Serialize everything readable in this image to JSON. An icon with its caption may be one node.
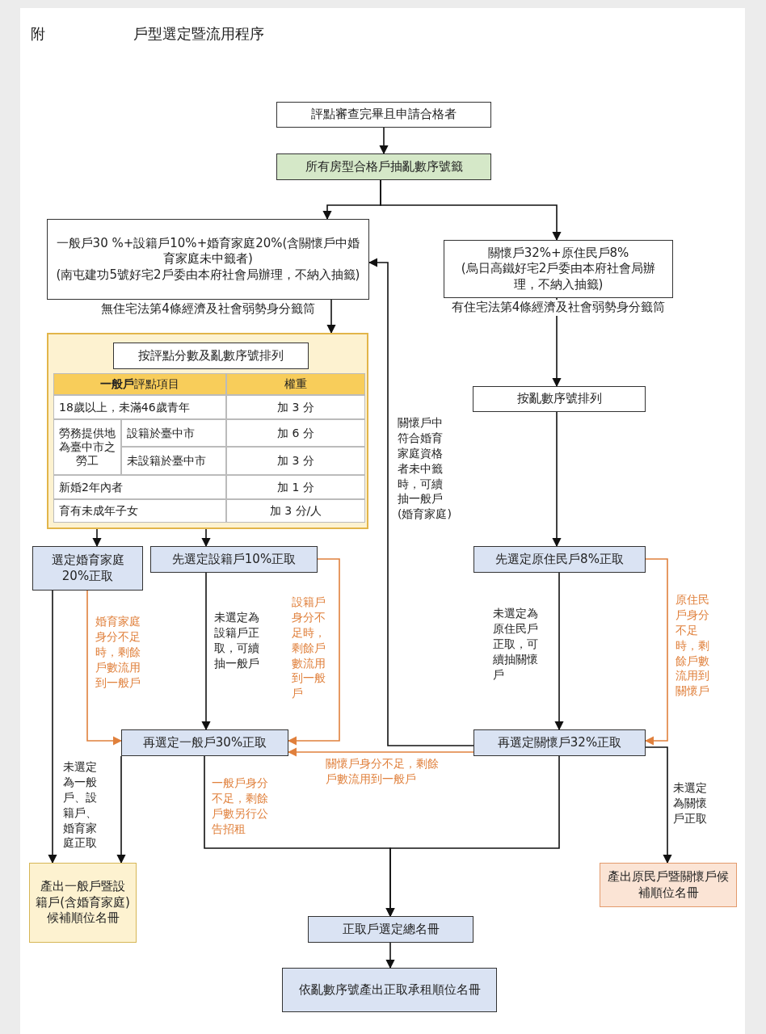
{
  "diagram": {
    "title": "戶型選定暨流用程序",
    "nodes": [
      {
        "text": [
          "評點審查完畢且申請合格者"
        ]
      },
      {
        "text": [
          "所有房型合格戶抽亂數序號籤"
        ]
      },
      {
        "text": [
          "一般戶30 %+設籍戶10%+婚育家庭20%(含關懷戶中婚育家庭未中籤者)",
          "(南屯建功5號好宅2戶委由本府社會局辦理，不納入抽籤)"
        ],
        "beside": [
          "無住宅法第4條經濟及社會弱勢身分籤筒"
        ]
      },
      {
        "text": [
          "關懷戶32%+原住民戶8%",
          "(烏日高鐵好宅2戶委由本府社會局辦理，不納入抽籤)"
        ],
        "beside": [
          "有住宅法第4條經濟及社會弱勢身分籤筒"
        ]
      },
      {
        "text": [],
        "shape": "box"
      },
      {
        "text": [
          "按評點分數及亂數序號排列"
        ],
        "in": 4
      },
      {
        "text": [
          "按亂數序號排列"
        ]
      },
      {
        "text": [
          "選定婚育家庭20%正取"
        ]
      },
      {
        "text": [
          "先選定設籍戶10%正取"
        ]
      },
      {
        "text": [
          "先選定原住民戶8%正取"
        ]
      },
      {
        "text": [
          "再選定一般戶30%正取"
        ]
      },
      {
        "text": [
          "再選定關懷戶32%正取"
        ]
      },
      {
        "text": [
          "產出一般戶暨設籍戶(含婚育家庭)候補順位名冊"
        ]
      },
      {
        "text": [
          "產出原民戶暨關懷戶候補順位名冊"
        ]
      },
      {
        "text": [
          "正取戶選定總名冊"
        ]
      },
      {
        "text": [
          "依亂數序號產出正取承租順位名冊"
        ]
      }
    ],
    "edges": [
      {
        "from": 0,
        "to": 1,
        "arrow": "to"
      },
      {
        "from": 1,
        "to": 2,
        "arrow": "to"
      },
      {
        "from": 1,
        "to": 3,
        "arrow": "to"
      },
      {
        "from": 2,
        "to": 4,
        "arrow": "to"
      },
      {
        "from": 4,
        "to": 7,
        "arrow": "to"
      },
      {
        "from": 4,
        "to": 8,
        "arrow": "to"
      },
      {
        "from": 3,
        "to": 6,
        "arrow": "to"
      },
      {
        "from": 6,
        "to": 9,
        "arrow": "to"
      },
      {
        "from": 7,
        "to": 10,
        "arrow": "to",
        "label": "婚育家庭身分不足時，剩餘戶數流用到一般戶",
        "color": "#e0803c"
      },
      {
        "from": 8,
        "to": 10,
        "arrow": "to",
        "label": "未選定為設籍戶正取，可續抽一般戶"
      },
      {
        "from": 8,
        "to": 10,
        "arrow": "to",
        "label": "設籍戶身分不足時，剩餘戶數流用到一般戶",
        "color": "#e0803c"
      },
      {
        "from": 9,
        "to": 11,
        "arrow": "to",
        "label": "未選定為原住民戶正取，可續抽關懷戶"
      },
      {
        "from": 9,
        "to": 11,
        "arrow": "to",
        "label": "原住民戶身分不足時，剩餘戶數流用到關懷戶",
        "color": "#e0803c"
      },
      {
        "from": 11,
        "to": 2,
        "arrow": "to",
        "label": "關懷戶中符合婚育家庭資格者未中籤時，可續抽一般戶(婚育家庭)"
      },
      {
        "from": 11,
        "to": 10,
        "arrow": "to",
        "label": "關懷戶身分不足，剩餘戶數流用到一般戶",
        "color": "#e0803c"
      },
      {
        "from": 7,
        "to": 12,
        "arrow": "to"
      },
      {
        "from": 10,
        "to": 12,
        "arrow": "to",
        "label": "未選定為一般戶、設籍戶、婚育家庭正取"
      },
      {
        "from": 10,
        "to": 14,
        "arrow": "to"
      },
      {
        "from": 11,
        "to": 14,
        "arrow": "to"
      },
      {
        "from": 11,
        "to": 13,
        "arrow": "to",
        "label": "未選定為關懷戶正取"
      },
      {
        "from": 14,
        "to": 15,
        "arrow": "to"
      }
    ],
    "labels": [
      "附",
      "**一般戶**評點項目",
      "權重",
      "18歲以上，未滿46歲青年",
      "加 3 分",
      "勞務提供地為臺中市之勞工",
      "設籍於臺中市",
      "加 6 分",
      "未設籍於臺中市",
      "加 3 分",
      "新婚2年內者",
      "加 1 分",
      "育有未成年子女",
      "加 3 分/人",
      "一般戶身分不足，剩餘戶數另行公告招租"
    ]
  }
}
